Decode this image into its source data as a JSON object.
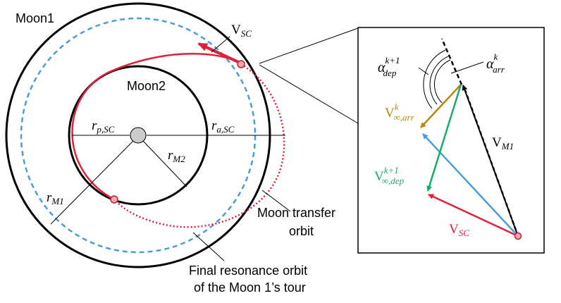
{
  "labels": {
    "moon1": "Moon1",
    "moon2": "Moon2",
    "moon_transfer_line1": "Moon transfer",
    "moon_transfer_line2": "orbit",
    "final_resonance_line1": "Final resonance orbit",
    "final_resonance_line2": "of the Moon 1’s tour"
  },
  "math": {
    "V": "V",
    "sc_sub": "SC",
    "r": "r",
    "p_sc_sub": "p,SC",
    "a_sc_sub": "a,SC",
    "m2_sub": "M2",
    "m1_sub": "M1",
    "alpha": "α",
    "dep_sub": "dep",
    "arr_sub": "arr",
    "k_plus_1": "k+1",
    "k": "k",
    "inf_arr_sub": "∞,arr",
    "inf_dep_sub": "∞,dep"
  },
  "colors": {
    "orbit_black": "#000000",
    "resonance_blue": "#4a9ed8",
    "transfer_red": "#e0203a",
    "v_sc_red": "#e0203a",
    "v_inf_arr": "#b8860b",
    "v_inf_dep": "#1aaa6a",
    "v_inf_arr_blue": "#4a9ed8",
    "node_fill": "#f4a6b0",
    "planet_fill": "#cccccc"
  }
}
